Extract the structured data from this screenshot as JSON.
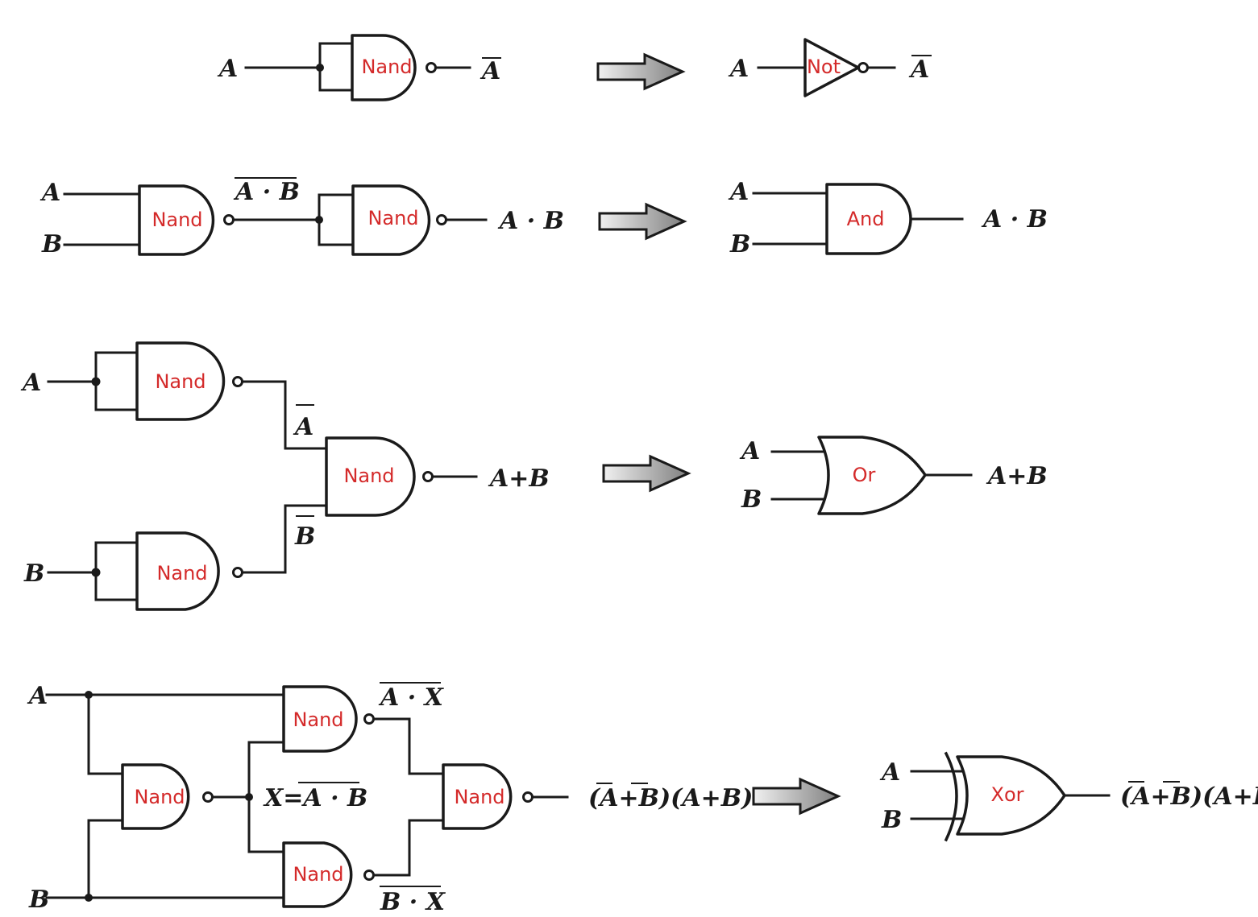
{
  "diagram": {
    "title": "Logic gates built from NAND gates",
    "colors": {
      "gate_label": "#d42a2a",
      "line": "#1a1a1a",
      "arrow_light": "#f0f0f0",
      "arrow_dark": "#808080"
    },
    "rows": [
      {
        "id": "not",
        "nand_circuit": {
          "gates": [
            "Nand"
          ],
          "inputs": [
            "A"
          ],
          "output": "A",
          "output_overline": true
        },
        "equivalent": {
          "gate": "Not",
          "inputs": [
            "A"
          ],
          "output": "A",
          "output_overline": true
        }
      },
      {
        "id": "and",
        "nand_circuit": {
          "gates": [
            "Nand",
            "Nand"
          ],
          "inputs": [
            "A",
            "B"
          ],
          "intermediate": "A · B",
          "intermediate_overline": true,
          "output": "A · B"
        },
        "equivalent": {
          "gate": "And",
          "inputs": [
            "A",
            "B"
          ],
          "output": "A · B"
        }
      },
      {
        "id": "or",
        "nand_circuit": {
          "gates": [
            "Nand",
            "Nand",
            "Nand"
          ],
          "inputs": [
            "A",
            "B"
          ],
          "intermediates": [
            {
              "text": "A",
              "overline": true
            },
            {
              "text": "B",
              "overline": true
            }
          ],
          "output": "A+B"
        },
        "equivalent": {
          "gate": "Or",
          "inputs": [
            "A",
            "B"
          ],
          "output": "A+B"
        }
      },
      {
        "id": "xor",
        "nand_circuit": {
          "gates": [
            "Nand",
            "Nand",
            "Nand",
            "Nand"
          ],
          "inputs": [
            "A",
            "B"
          ],
          "x_label": {
            "prefix": "X=",
            "expr": "A · B",
            "overline": true
          },
          "intermediates": [
            {
              "text": "A · X",
              "overline": true
            },
            {
              "text": "B · X",
              "overline": true
            }
          ],
          "output": {
            "open": "(",
            "a": "A",
            "plus1": "+",
            "b": "B",
            "mid": ")(",
            "c": "A",
            "plus2": "+",
            "d": "B",
            "close": ")",
            "text": "(A̅+B̅)(A+B)"
          }
        },
        "equivalent": {
          "gate": "Xor",
          "inputs": [
            "A",
            "B"
          ],
          "output": "(A̅+B̅)(A+B)"
        }
      }
    ],
    "transform_arrow": "right-arrow-icon"
  }
}
